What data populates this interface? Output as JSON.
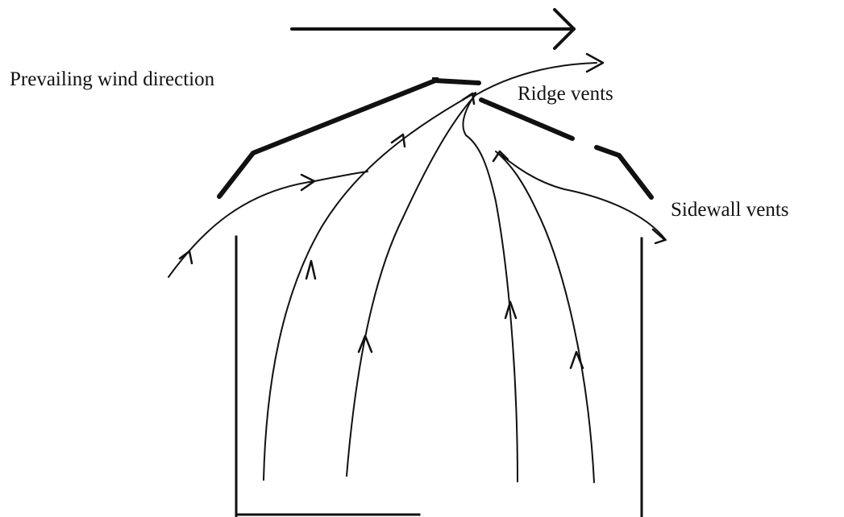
{
  "labels": {
    "wind": "Prevailing wind direction",
    "ridge": "Ridge vents",
    "sidewall": "Sidewall vents"
  },
  "colors": {
    "ink": "#111111",
    "background": "#ffffff"
  }
}
